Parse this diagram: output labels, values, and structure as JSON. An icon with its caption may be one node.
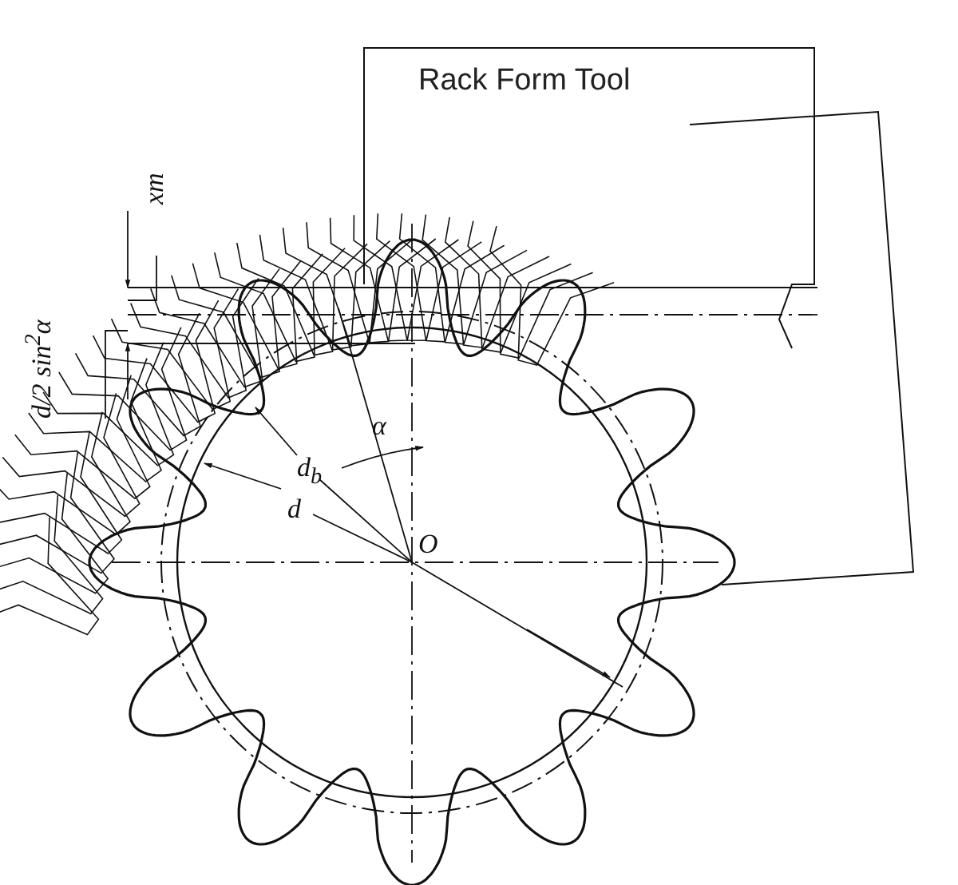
{
  "diagram": {
    "nodes": [
      {
        "text": [
          "Rack Form Tool"
        ]
      }
    ],
    "edges": [],
    "labels": [
      "xm",
      "d/2 sin$^{2}$α",
      "α",
      "d$_{b}$",
      "d",
      "O"
    ]
  }
}
